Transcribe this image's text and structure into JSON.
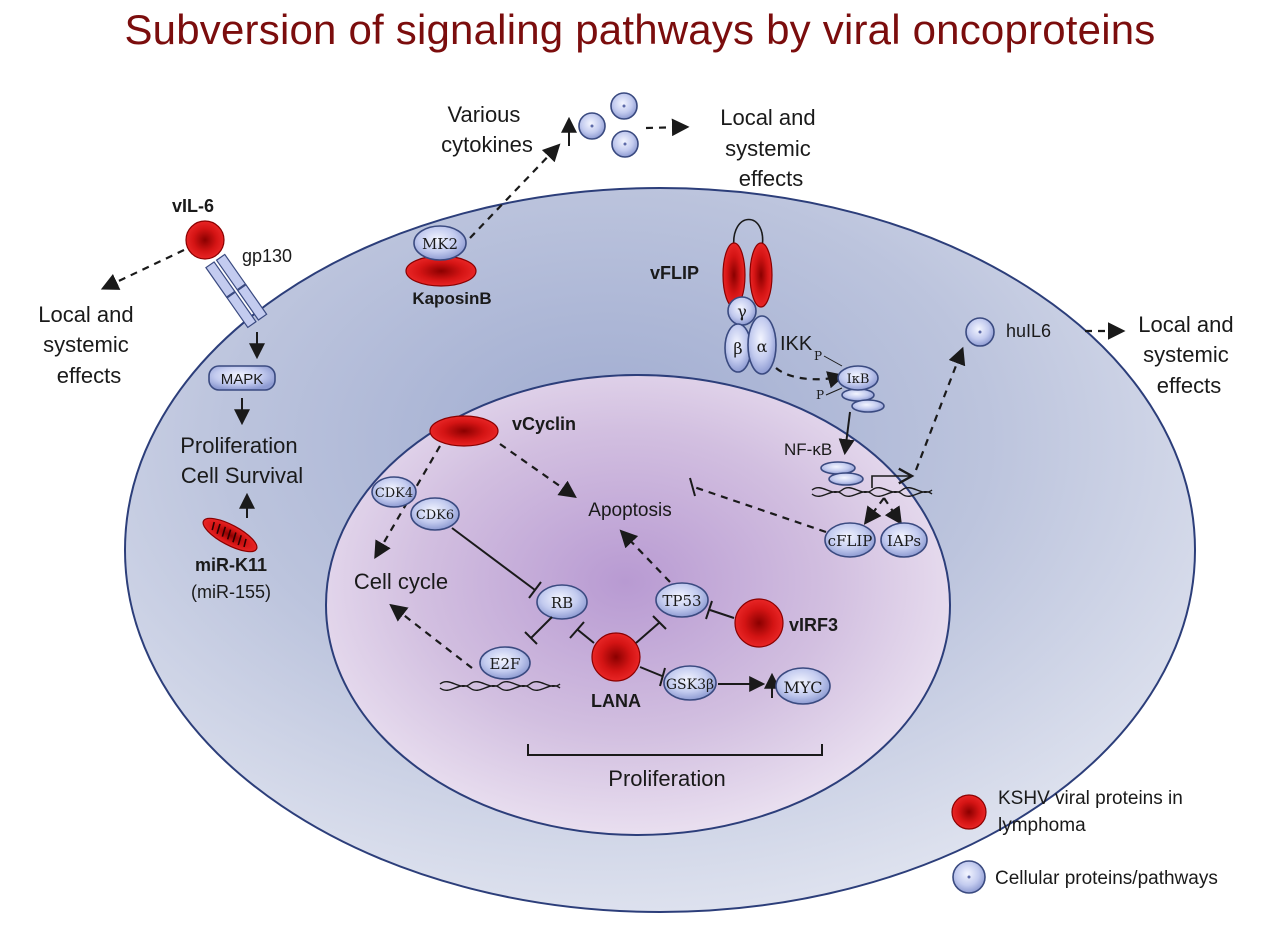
{
  "title": "Subversion of signaling pathways by viral oncoproteins",
  "colors": {
    "title": "#7b0d0d",
    "viral_protein": "#d91a1a",
    "cellular_protein": "#b9c3ea",
    "outer_cell": "#bcc4dd",
    "nucleus": "#d7c4e2"
  },
  "labels": {
    "vil6": "vIL-6",
    "gp130": "gp130",
    "local_left": [
      "Local and",
      "systemic",
      "effects"
    ],
    "mapk": "MAPK",
    "proliferation_survival": [
      "Proliferation",
      "Cell Survival"
    ],
    "mirk11": "miR-K11",
    "mir155": "(miR-155)",
    "mk2": "MK2",
    "kaposinb": "KaposinB",
    "various_cytokines": [
      "Various",
      "cytokines"
    ],
    "local_top": [
      "Local and",
      "systemic",
      "effects"
    ],
    "vflip": "vFLIP",
    "gamma": "γ",
    "beta": "β",
    "alpha": "α",
    "ikk": "IKK",
    "p": "P",
    "ikb": "IκB",
    "nfkb": "NF-κB",
    "huil6": "huIL6",
    "local_right": [
      "Local and",
      "systemic",
      "effects"
    ],
    "vcyclin": "vCyclin",
    "cdk4": "CDK4",
    "cdk6": "CDK6",
    "apoptosis": "Apoptosis",
    "cell_cycle": "Cell cycle",
    "rb": "RB",
    "e2f": "E2F",
    "tp53": "TP53",
    "virf3": "vIRF3",
    "lana": "LANA",
    "gsk3b": "GSK3β",
    "myc": "MYC",
    "cflip": "cFLIP",
    "iaps": "IAPs",
    "proliferation": "Proliferation"
  },
  "legend": {
    "viral": [
      "KSHV viral proteins in",
      "lymphoma"
    ],
    "cellular": "Cellular proteins/pathways"
  }
}
